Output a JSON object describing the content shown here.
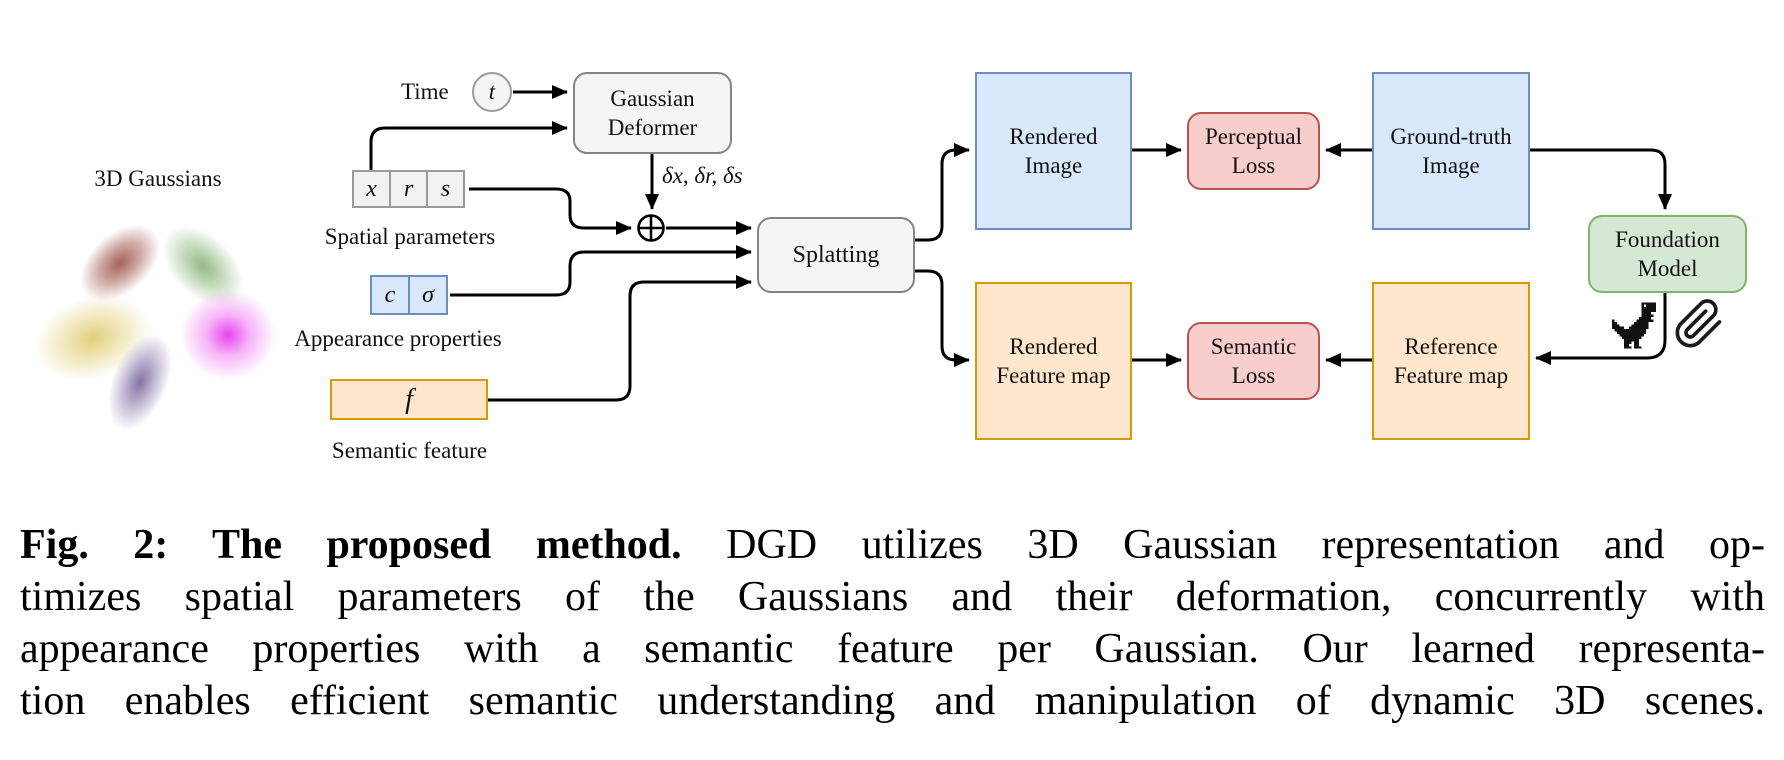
{
  "figure": {
    "gaussians_label": "3D Gaussians",
    "time_label": "Time",
    "time_var": "t",
    "deformer": [
      "Gaussian",
      "Deformer"
    ],
    "delta_label": "δx, δr, δs",
    "spatial_cells": [
      "x",
      "r",
      "s"
    ],
    "spatial_label": "Spatial parameters",
    "appearance_cells": [
      "c",
      "σ"
    ],
    "appearance_label": "Appearance properties",
    "semantic_cell": "f",
    "semantic_label": "Semantic feature",
    "splatting_label": "Splatting",
    "rendered_image": [
      "Rendered",
      "Image"
    ],
    "perceptual_loss": [
      "Perceptual",
      "Loss"
    ],
    "ground_truth": [
      "Ground-truth",
      "Image"
    ],
    "rendered_feature": [
      "Rendered",
      "Feature map"
    ],
    "semantic_loss": [
      "Semantic",
      "Loss"
    ],
    "reference_feature": [
      "Reference",
      "Feature map"
    ],
    "foundation_model": [
      "Foundation",
      "Model"
    ],
    "icons": {
      "dino": "dino-icon",
      "paperclip": "paperclip-icon",
      "add_operator": "plus-circle-icon"
    },
    "colors": {
      "blue_fill": "#dae8fc",
      "blue_stroke": "#6c8ebf",
      "orange_fill": "#ffe6cc",
      "orange_stroke": "#d79b00",
      "red_fill": "#f8cecc",
      "red_stroke": "#b85450",
      "green_fill": "#d5e8d4",
      "green_stroke": "#82b366",
      "gray_fill": "#f5f5f5",
      "gray_stroke": "#848484",
      "wire": "#000000"
    }
  },
  "caption": {
    "label_bold": "Fig. 2: The proposed method.",
    "line1_rest": " DGD utilizes 3D Gaussian representation and op-",
    "line2": "timizes spatial parameters of the Gaussians and their deformation, concurrently with",
    "line3": "appearance properties with a semantic feature per Gaussian. Our learned representa-",
    "line4": "tion enables efficient semantic understanding and manipulation of dynamic 3D scenes."
  }
}
